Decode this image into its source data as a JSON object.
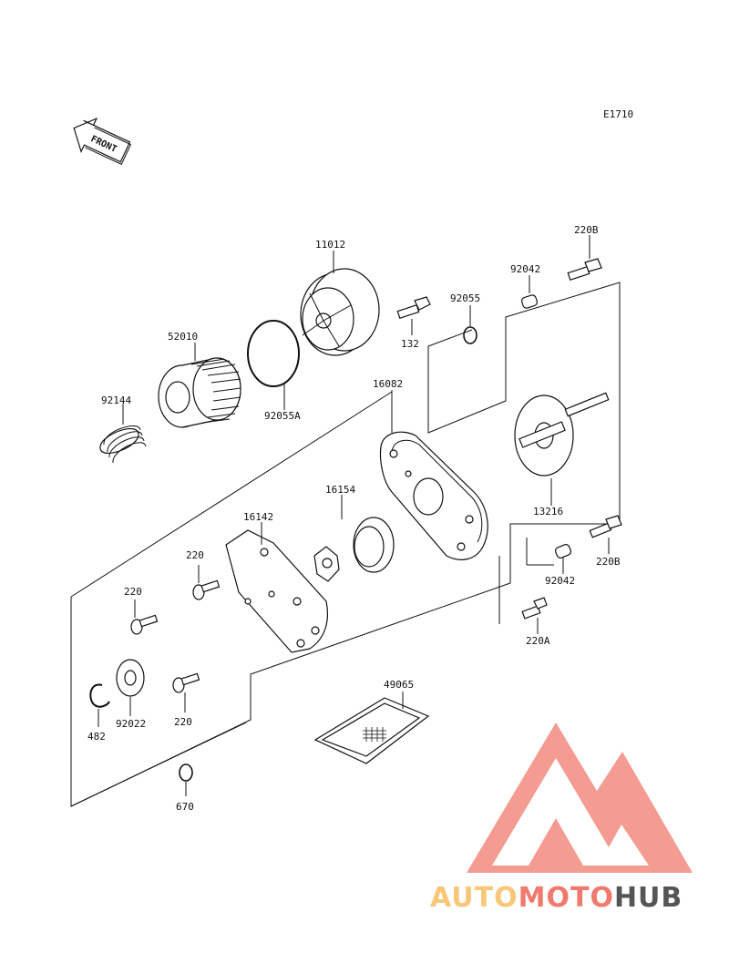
{
  "diagram_code": "E1710",
  "front_label": "FRONT",
  "parts": {
    "p11012": "11012",
    "p52010": "52010",
    "p92144": "92144",
    "p92055A": "92055A",
    "p132": "132",
    "p92055": "92055",
    "p92042_top": "92042",
    "p220B_top": "220B",
    "p16082": "16082",
    "p13216": "13216",
    "p220B_right": "220B",
    "p92042_right": "92042",
    "p220A": "220A",
    "p16154": "16154",
    "p16142": "16142",
    "p220_a": "220",
    "p220_b": "220",
    "p220_c": "220",
    "p92022": "92022",
    "p482": "482",
    "p49065": "49065",
    "p670": "670"
  },
  "watermark": {
    "brand_part1": "AUTO",
    "brand_part2": "MOTO",
    "brand_part3": "HUB",
    "color_light": "#f8c77a",
    "color_mid": "#f07a6e",
    "color_dark": "#555555"
  }
}
